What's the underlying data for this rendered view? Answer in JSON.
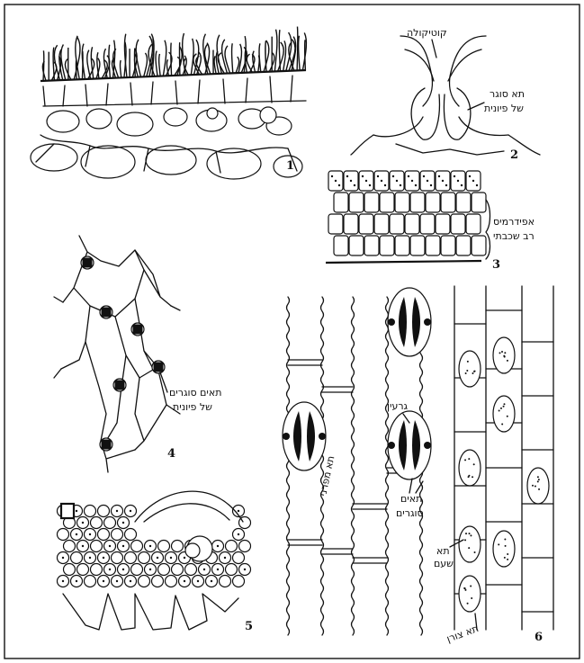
{
  "figures": [
    {
      "number": "1"
    },
    {
      "number": "2",
      "labels": [
        "קוטיקולה",
        "תא סוגר",
        "של פיונית"
      ]
    },
    {
      "number": "3",
      "labels": [
        "אפידרמיס",
        "רב שכבתי"
      ]
    },
    {
      "number": "4",
      "labels": [
        "תאים סוגרים",
        "של פיונית"
      ]
    },
    {
      "number": "5"
    },
    {
      "number": "6",
      "labels": [
        "גרעין",
        "תא מפרני",
        "תאים",
        "סוגרים",
        "תא",
        "שעם",
        "תא צורן"
      ]
    }
  ],
  "colors": {
    "ink": "#111111",
    "background": "#ffffff"
  }
}
